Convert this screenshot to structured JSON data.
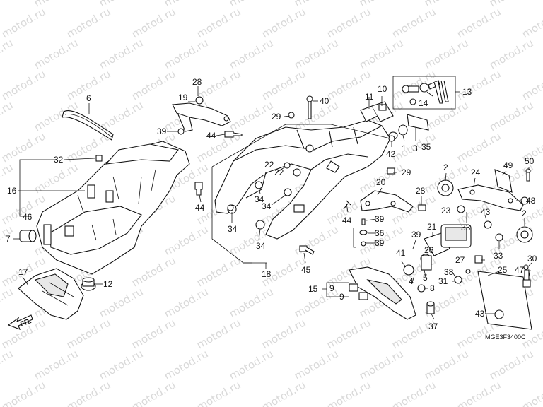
{
  "watermark": "motod.ru",
  "diagram_code": "MGE3F3400C",
  "front_arrow_label": "FR.",
  "callouts": {
    "p1": "1",
    "p2a": "2",
    "p2b": "2",
    "p3": "3",
    "p4": "4",
    "p5": "5",
    "p6": "6",
    "p7": "7",
    "p8": "8",
    "p9a": "9",
    "p9b": "9",
    "p10": "10",
    "p11": "11",
    "p12": "12",
    "p13": "13",
    "p14": "14",
    "p15": "15",
    "p16": "16",
    "p17": "17",
    "p18": "18",
    "p19": "19",
    "p20": "20",
    "p21": "21",
    "p22a": "22",
    "p22b": "22",
    "p23": "23",
    "p24": "24",
    "p25": "25",
    "p26": "26",
    "p27": "27",
    "p28a": "28",
    "p28b": "28",
    "p29a": "29",
    "p29b": "29",
    "p30": "30",
    "p31": "31",
    "p32": "32",
    "p33a": "33",
    "p33b": "33",
    "p34a": "34",
    "p34b": "34",
    "p34c": "34",
    "p34d": "34",
    "p35": "35",
    "p36": "36",
    "p37": "37",
    "p38": "38",
    "p39a": "39",
    "p39b": "39",
    "p39c": "39",
    "p39d": "39",
    "p40": "40",
    "p41": "41",
    "p42": "42",
    "p43a": "43",
    "p43b": "43",
    "p44a": "44",
    "p44b": "44",
    "p44c": "44",
    "p45": "45",
    "p46": "46",
    "p47": "47",
    "p48": "48",
    "p49": "49",
    "p50": "50"
  }
}
